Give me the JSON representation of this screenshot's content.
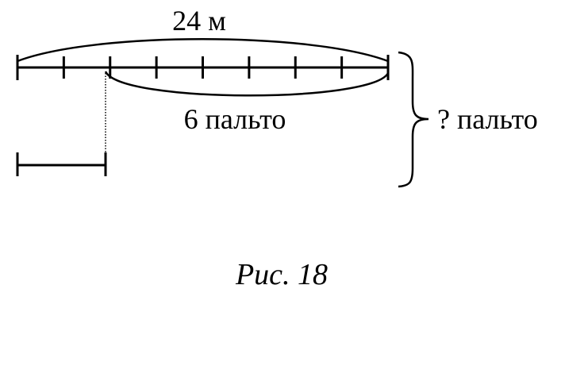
{
  "labels": {
    "top_length": "24 м",
    "coats_count": "6 пальто",
    "question_coats": "? пальто"
  },
  "caption": "Рис. 18",
  "diagram": {
    "segments_on_long_line": 8,
    "first_segment_shown_separately": true
  }
}
